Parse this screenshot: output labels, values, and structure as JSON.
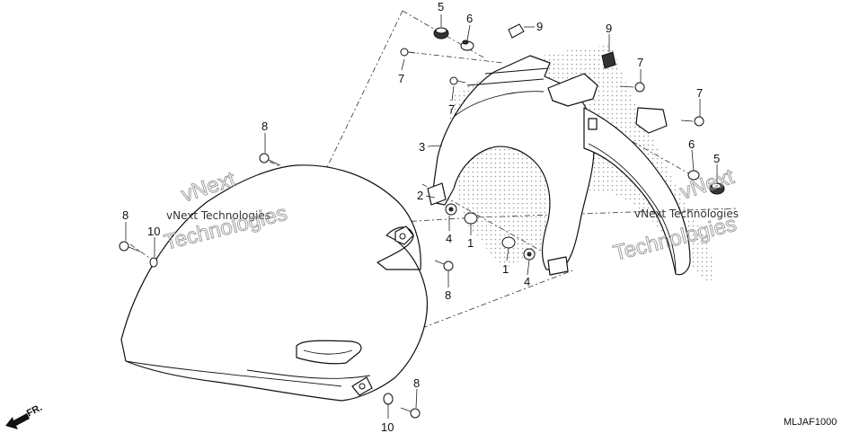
{
  "diagram": {
    "code": "MLJAF1000",
    "direction_label": "FR.",
    "watermark": {
      "text_small": "vNext Technologies",
      "text_big_1": "vNext",
      "text_big_2": "Technologies"
    },
    "callouts": [
      {
        "id": "c5a",
        "number": "5"
      },
      {
        "id": "c6a",
        "number": "6"
      },
      {
        "id": "c9a",
        "number": "9"
      },
      {
        "id": "c7a",
        "number": "7"
      },
      {
        "id": "c9b",
        "number": "9"
      },
      {
        "id": "c7b",
        "number": "7"
      },
      {
        "id": "c7c",
        "number": "7"
      },
      {
        "id": "c7d",
        "number": "7"
      },
      {
        "id": "c3",
        "number": "3"
      },
      {
        "id": "c8a",
        "number": "8"
      },
      {
        "id": "c6b",
        "number": "6"
      },
      {
        "id": "c5b",
        "number": "5"
      },
      {
        "id": "c2",
        "number": "2"
      },
      {
        "id": "c4a",
        "number": "4"
      },
      {
        "id": "c1a",
        "number": "1"
      },
      {
        "id": "c8b",
        "number": "8"
      },
      {
        "id": "c10a",
        "number": "10"
      },
      {
        "id": "c1b",
        "number": "1"
      },
      {
        "id": "c4b",
        "number": "4"
      },
      {
        "id": "c8c",
        "number": "8"
      },
      {
        "id": "c8d",
        "number": "8"
      },
      {
        "id": "c10b",
        "number": "10"
      }
    ]
  }
}
